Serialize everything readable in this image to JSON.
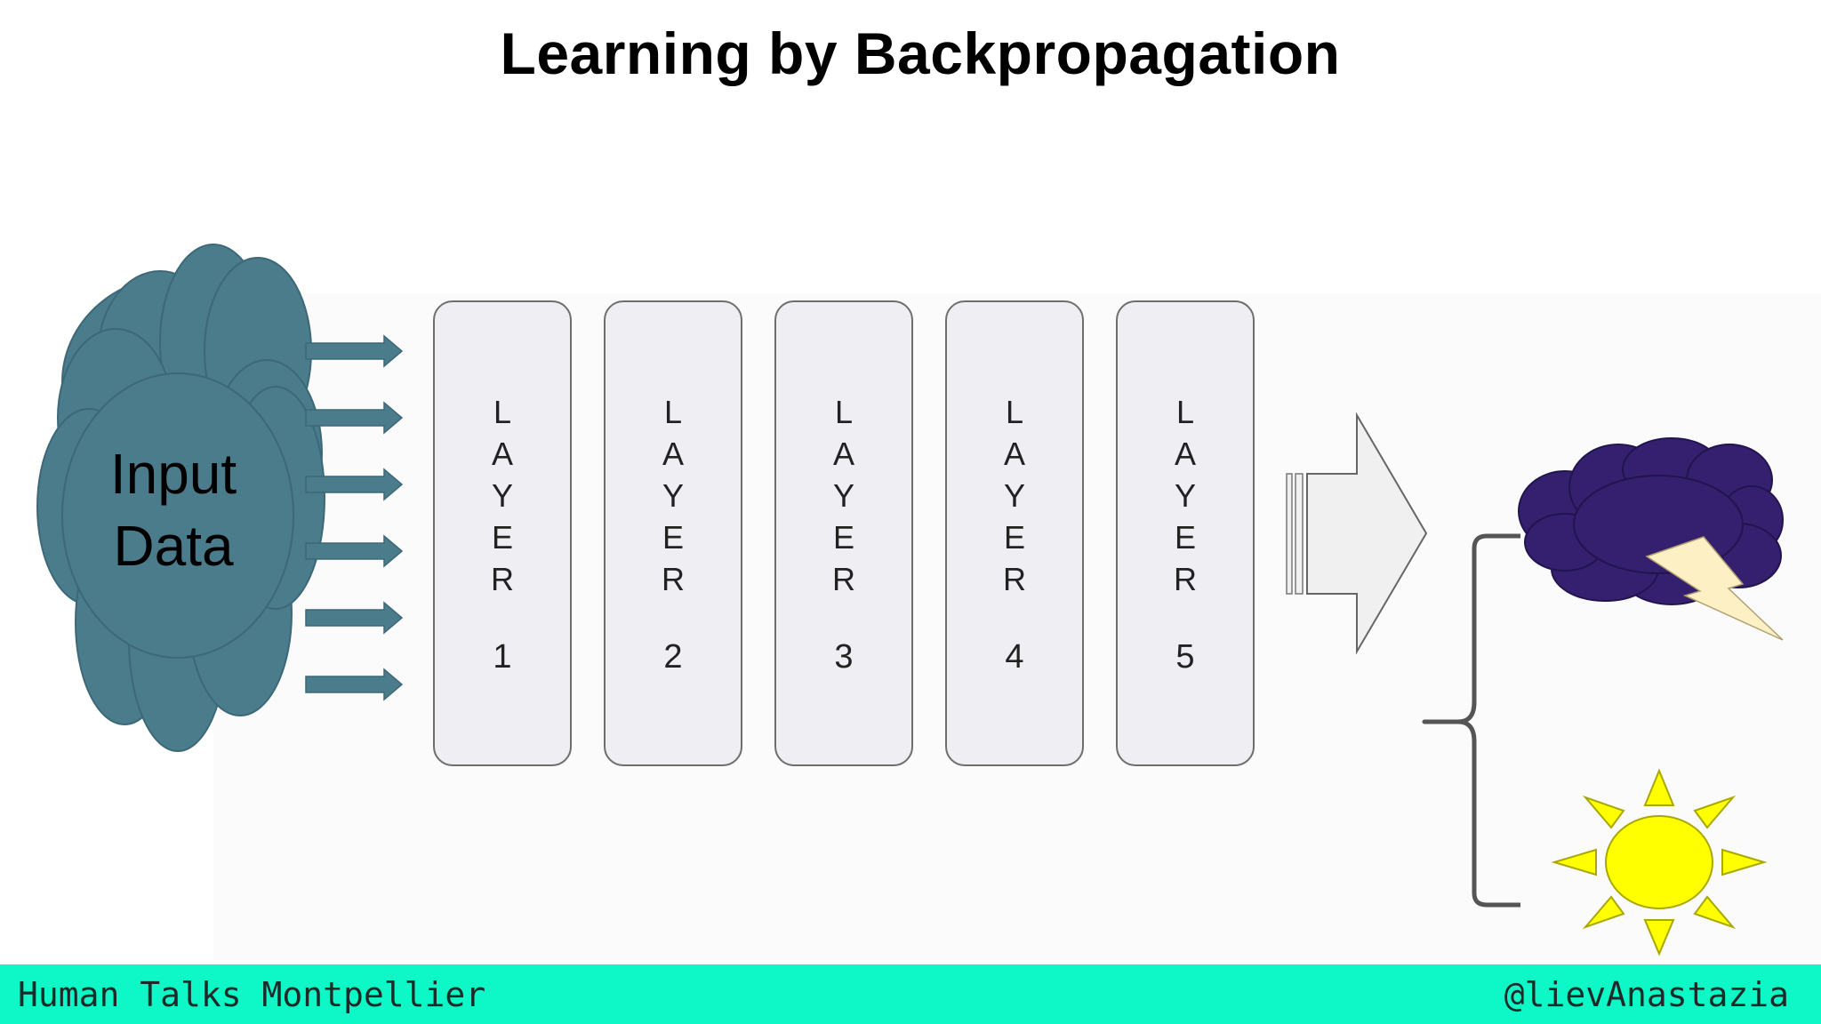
{
  "slide": {
    "title": "Learning by Backpropagation"
  },
  "input_cloud": {
    "label_line1": "Input",
    "label_line2": "Data",
    "color": "#4a7c8c"
  },
  "layers": [
    {
      "letters": [
        "L",
        "A",
        "Y",
        "E",
        "R"
      ],
      "number": "1"
    },
    {
      "letters": [
        "L",
        "A",
        "Y",
        "E",
        "R"
      ],
      "number": "2"
    },
    {
      "letters": [
        "L",
        "A",
        "Y",
        "E",
        "R"
      ],
      "number": "3"
    },
    {
      "letters": [
        "L",
        "A",
        "Y",
        "E",
        "R"
      ],
      "number": "4"
    },
    {
      "letters": [
        "L",
        "A",
        "Y",
        "E",
        "R"
      ],
      "number": "5"
    }
  ],
  "outputs": {
    "storm_cloud_color": "#34206f",
    "lightning_color": "#fdf0c4",
    "sun_color": "#ffff00",
    "icons": [
      "storm-cloud-icon",
      "lightning-icon",
      "sun-icon"
    ]
  },
  "footer": {
    "left": "Human Talks Montpellier",
    "right": "@lievAnastazia",
    "color": "#0ef7c6"
  }
}
